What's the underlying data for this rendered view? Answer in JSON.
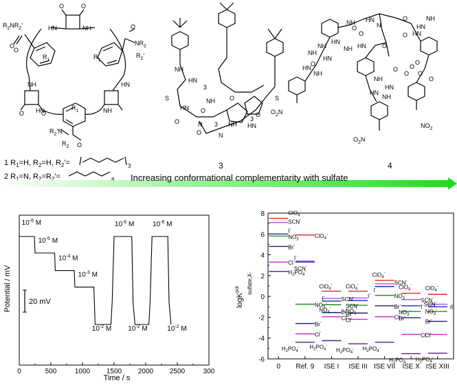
{
  "top": {
    "compound_labels": [
      "3",
      "4"
    ],
    "legend_line1_parts": [
      "1 R",
      "1",
      "=H, R",
      "2",
      "=H, R",
      "2",
      "'="
    ],
    "legend_line2_parts": [
      "2 R",
      "1",
      "=N, R",
      "2",
      "=R",
      "2",
      "'="
    ],
    "legend_line1_sub_after": "3",
    "legend_line2_sub_after": "8",
    "banner_text": "Increasing conformational complementarity with sulfate",
    "structure_atoms": {
      "c1_left_amine": [
        "R",
        "2",
        "N",
        "R",
        "2",
        "'"
      ],
      "c1_right_amine": [
        "N",
        "R",
        "2"
      ],
      "c1_right_amine2": [
        "R",
        "2",
        "'"
      ],
      "c1_bottom_amine": [
        "R",
        "2",
        "'",
        "N",
        "R",
        "2"
      ],
      "c1_nh_labels": [
        "HN",
        "NH",
        "NH",
        "HN",
        "HN",
        "NH"
      ],
      "c1_r1": [
        "R",
        "1"
      ],
      "c1_o": [
        "O",
        "O",
        "O",
        "O",
        "O",
        "O",
        "O",
        "O"
      ],
      "c3_labels": [
        "NH",
        "HN",
        "S",
        "HN",
        "NH",
        "S",
        "O",
        "N",
        "O",
        "N",
        "NH",
        "3",
        "3",
        "3",
        "O",
        "O",
        "O",
        "HN"
      ],
      "c4_labels": [
        "NH",
        "HN",
        "O",
        "N",
        "O",
        "HN",
        "HN",
        "NH",
        "O",
        "O",
        "NH",
        "HN",
        "NH",
        "HN",
        "O",
        "O",
        "NH",
        "HN",
        "HN",
        "NH",
        "O",
        "O",
        "O",
        "O",
        "NH",
        "HN",
        "HN",
        "NH",
        "O",
        "O"
      ],
      "no2": [
        "O",
        "2",
        "N",
        "NO",
        "2",
        "O",
        "2",
        "N",
        "NO",
        "2"
      ]
    }
  },
  "chart_data": [
    {
      "type": "line",
      "xlabel": "Time / s",
      "ylabel": "Potential / mV",
      "x_ticks": [
        "0",
        "500",
        "1000",
        "1500",
        "2000",
        "2500",
        "300"
      ],
      "xlim": [
        0,
        3000
      ],
      "scale_bar_label": "20 mV",
      "scale_bar_mV": 20,
      "series": [
        {
          "x": [
            0,
            240,
            250,
            560,
            570,
            870,
            880,
            1180,
            1200,
            1450,
            1470,
            1500,
            1780,
            1800,
            1830,
            2050,
            2070,
            2100,
            2350,
            2370,
            2400
          ],
          "y": [
            0,
            0,
            -15,
            -15,
            -31,
            -31,
            -46,
            -46,
            -80,
            -80,
            -60,
            0,
            0,
            -60,
            -80,
            -80,
            -60,
            0,
            0,
            -60,
            -80
          ]
        }
      ],
      "annotations": [
        {
          "text": "10",
          "sup": "-6",
          "unit": " M",
          "x": 40,
          "y": 8
        },
        {
          "text": "10",
          "sup": "-5",
          "unit": " M",
          "x": 300,
          "y": -8
        },
        {
          "text": "10",
          "sup": "-4",
          "unit": " M",
          "x": 620,
          "y": -24
        },
        {
          "text": "10",
          "sup": "-3",
          "unit": " M",
          "x": 930,
          "y": -39
        },
        {
          "text": "10",
          "sup": "-2",
          "unit": " M",
          "x": 1150,
          "y": -88
        },
        {
          "text": "10",
          "sup": "-6",
          "unit": " M",
          "x": 1510,
          "y": 7
        },
        {
          "text": "10",
          "sup": "-2",
          "unit": " M",
          "x": 1720,
          "y": -88
        },
        {
          "text": "10",
          "sup": "-6",
          "unit": " M",
          "x": 2110,
          "y": 7
        },
        {
          "text": "10",
          "sup": "-2",
          "unit": " M",
          "x": 2340,
          "y": -88
        }
      ]
    },
    {
      "type": "scatter",
      "ylabel_main": "logK",
      "ylabel_sup": "pot",
      "ylabel_sub": "sulfate,X-",
      "ylim": [
        -6,
        8
      ],
      "y_ticks": [
        "-6",
        "-4",
        "-2",
        "0",
        "2",
        "4",
        "6",
        "8"
      ],
      "categories": [
        "0",
        "Ref. 9",
        "ISE I",
        "ISE III",
        "ISE VII",
        "ISE X",
        "ISE XIII"
      ],
      "colors": {
        "ClO4": "#e8242a",
        "SCN": "#a05cc8",
        "I": "#2222bb",
        "NO3": "#228b22",
        "Br": "#1a1a6e",
        "Cl": "#cc22cc",
        "H2PO4": "#5a1a8a"
      },
      "series": [
        {
          "name": "ClO4",
          "values": [
            7.5,
            5.9,
            0.5,
            0.5,
            1.55,
            0.3,
            0.2
          ]
        },
        {
          "name": "SCN",
          "values": [
            7.1,
            3.4,
            -0.2,
            -0.15,
            1.2,
            -0.3,
            -0.75
          ]
        },
        {
          "name": "I",
          "values": [
            6.0,
            3.3,
            -0.45,
            -0.4,
            0.95,
            -0.9,
            -1.0
          ]
        },
        {
          "name": "NO3",
          "values": [
            5.8,
            -0.75,
            -0.8,
            -0.85,
            0.1,
            -1.45,
            -1.45
          ]
        },
        {
          "name": "Br",
          "values": [
            4.8,
            -2.6,
            -1.55,
            -1.6,
            -0.9,
            -2.05,
            -2.4
          ]
        },
        {
          "name": "Cl",
          "values": [
            3.3,
            -3.6,
            -1.95,
            -2.2,
            -1.95,
            -3.65,
            -3.65
          ]
        },
        {
          "name": "H2PO4",
          "values": [
            2.4,
            -4.4,
            -4.25,
            -4.55,
            -4.4,
            -5.5,
            -5.45
          ]
        }
      ],
      "point_labels": [
        {
          "cat": 0,
          "y": 7.5,
          "parts": [
            "ClO",
            "4",
            "-"
          ],
          "dx": 4,
          "dy": -5
        },
        {
          "cat": 0,
          "y": 7.1,
          "parts": [
            "SCN",
            "",
            "-"
          ],
          "dx": 4,
          "dy": 2
        },
        {
          "cat": 0,
          "y": 6.0,
          "parts": [
            "I",
            "",
            "-"
          ],
          "dx": 4,
          "dy": -2
        },
        {
          "cat": 0,
          "y": 5.8,
          "parts": [
            "NO",
            "3",
            "-"
          ],
          "dx": 4,
          "dy": 4
        },
        {
          "cat": 0,
          "y": 4.8,
          "parts": [
            "Br",
            "",
            "-"
          ],
          "dx": 4,
          "dy": 4
        },
        {
          "cat": 0,
          "y": 3.3,
          "parts": [
            "Cl",
            "",
            "-"
          ],
          "dx": 4,
          "dy": 4
        },
        {
          "cat": 0,
          "y": 2.4,
          "parts": [
            "H",
            "2",
            "PO"
          ],
          "sub2": "4",
          "dx": 4,
          "dy": 4
        },
        {
          "cat": 1,
          "y": 5.9,
          "parts": [
            "ClO",
            "4",
            "-"
          ],
          "dx": 4,
          "dy": 4
        },
        {
          "cat": 1,
          "y": 3.3,
          "parts": [
            "I",
            "",
            "-"
          ],
          "dx": -12,
          "dy": -3
        },
        {
          "cat": 1,
          "y": 3.0,
          "parts": [
            "SCN",
            "",
            "-"
          ],
          "dx": -12,
          "dy": 8
        },
        {
          "cat": 1,
          "y": -0.75,
          "parts": [
            "NO",
            "3",
            "-"
          ],
          "dx": 4,
          "dy": 4
        },
        {
          "cat": 1,
          "y": -2.6,
          "parts": [
            "Br",
            "",
            "-"
          ],
          "dx": 4,
          "dy": 4
        },
        {
          "cat": 1,
          "y": -3.6,
          "parts": [
            "Cl",
            "",
            "-"
          ],
          "dx": 4,
          "dy": 4
        },
        {
          "cat": 1,
          "y": -4.4,
          "parts": [
            "H",
            "2",
            "PO"
          ],
          "sub2": "4",
          "dx": -30,
          "dy": 12
        },
        {
          "cat": 2,
          "y": 0.5,
          "parts": [
            "ClO",
            "4",
            "-"
          ],
          "dx": -14,
          "dy": -4
        },
        {
          "cat": 2,
          "y": -0.2,
          "parts": [
            "SCN",
            "",
            "-"
          ],
          "dx": 4,
          "dy": 4
        },
        {
          "cat": 2,
          "y": -0.45,
          "parts": [
            "I",
            "",
            "-"
          ],
          "dx": -10,
          "dy": -1
        },
        {
          "cat": 2,
          "y": -0.8,
          "parts": [
            "NO",
            "3",
            "-"
          ],
          "dx": -14,
          "dy": 10
        },
        {
          "cat": 2,
          "y": -1.55,
          "parts": [
            "Br",
            "",
            "-"
          ],
          "dx": 4,
          "dy": 2
        },
        {
          "cat": 2,
          "y": -1.95,
          "parts": [
            "Cl",
            "",
            "-"
          ],
          "dx": 4,
          "dy": 5
        },
        {
          "cat": 2,
          "y": -4.25,
          "parts": [
            "H",
            "2",
            "PO"
          ],
          "sub2": "4",
          "dx": -28,
          "dy": 12
        },
        {
          "cat": 3,
          "y": 0.5,
          "parts": [
            "ClO",
            "4",
            "-"
          ],
          "dx": -14,
          "dy": -4
        },
        {
          "cat": 3,
          "y": -0.15,
          "parts": [
            "I",
            "",
            "-"
          ],
          "dx": 4,
          "dy": 0
        },
        {
          "cat": 3,
          "y": -0.85,
          "parts": [
            "SCN",
            "",
            "-"
          ],
          "dx": -14,
          "dy": 4
        },
        {
          "cat": 3,
          "y": -1.3,
          "parts": [
            "NO",
            "3",
            "-"
          ],
          "dx": -14,
          "dy": 4
        },
        {
          "cat": 3,
          "y": -1.6,
          "parts": [
            "Br",
            "",
            "-"
          ],
          "dx": -14,
          "dy": 5
        },
        {
          "cat": 3,
          "y": -2.2,
          "parts": [
            "Cl",
            "",
            "-"
          ],
          "dx": -14,
          "dy": 4
        },
        {
          "cat": 3,
          "y": -4.55,
          "parts": [
            "H",
            "2",
            "PO"
          ],
          "sub2": "4",
          "dx": -28,
          "dy": 12
        },
        {
          "cat": 4,
          "y": 1.55,
          "parts": [
            "ClO",
            "4",
            "-"
          ],
          "dx": -14,
          "dy": -5
        },
        {
          "cat": 4,
          "y": 1.2,
          "parts": [
            "SCN",
            "",
            "-"
          ],
          "dx": 4,
          "dy": 1
        },
        {
          "cat": 4,
          "y": 0.95,
          "parts": [
            "I",
            "",
            "-"
          ],
          "dx": -12,
          "dy": 8
        },
        {
          "cat": 4,
          "y": 0.1,
          "parts": [
            "NO",
            "3",
            "-"
          ],
          "dx": 4,
          "dy": 4
        },
        {
          "cat": 4,
          "y": -0.9,
          "parts": [
            "Br",
            "",
            "-"
          ],
          "dx": 4,
          "dy": 4
        },
        {
          "cat": 4,
          "y": -1.95,
          "parts": [
            "Cl",
            "",
            "-"
          ],
          "dx": 4,
          "dy": 4
        },
        {
          "cat": 4,
          "y": -4.4,
          "parts": [
            "H",
            "2",
            "PO"
          ],
          "sub2": "4",
          "dx": -28,
          "dy": 12
        },
        {
          "cat": 5,
          "y": 0.3,
          "parts": [
            "ClO",
            "4",
            "-"
          ],
          "dx": -14,
          "dy": -6
        },
        {
          "cat": 5,
          "y": -0.3,
          "parts": [
            "SCN",
            "",
            "-"
          ],
          "dx": 4,
          "dy": 4
        },
        {
          "cat": 5,
          "y": -0.9,
          "parts": [
            "I",
            "",
            "-"
          ],
          "dx": 4,
          "dy": 4
        },
        {
          "cat": 5,
          "y": -1.45,
          "parts": [
            "NO",
            "3",
            "-"
          ],
          "dx": -14,
          "dy": 4
        },
        {
          "cat": 5,
          "y": -2.05,
          "parts": [
            "Br",
            "",
            "-"
          ],
          "dx": -14,
          "dy": 4
        },
        {
          "cat": 5,
          "y": -3.65,
          "parts": [
            "Cl",
            "",
            "-"
          ],
          "dx": 4,
          "dy": 4
        },
        {
          "cat": 5,
          "y": -5.5,
          "parts": [
            "H",
            "2",
            "PO"
          ],
          "sub2": "4",
          "dx": -28,
          "dy": 12
        },
        {
          "cat": 6,
          "y": 0.2,
          "parts": [
            "ClO",
            "4",
            "-"
          ],
          "dx": -14,
          "dy": -6
        },
        {
          "cat": 6,
          "y": -0.75,
          "parts": [
            "SCN",
            "",
            "-"
          ],
          "dx": -16,
          "dy": 3
        },
        {
          "cat": 6,
          "y": -1.0,
          "parts": [
            "/I",
            "",
            "-"
          ],
          "dx": 8,
          "dy": 3
        },
        {
          "cat": 6,
          "y": -1.45,
          "parts": [
            "NO",
            "3",
            "-"
          ],
          "dx": -14,
          "dy": 3
        },
        {
          "cat": 6,
          "y": -2.4,
          "parts": [
            "Br",
            "",
            "-"
          ],
          "dx": -14,
          "dy": 3
        },
        {
          "cat": 6,
          "y": -3.65,
          "parts": [
            "Cl",
            "",
            "-"
          ],
          "dx": -14,
          "dy": 4
        },
        {
          "cat": 6,
          "y": -5.45,
          "parts": [
            "H",
            "2",
            "PO"
          ],
          "sub2": "4",
          "dx": -28,
          "dy": 12
        }
      ]
    }
  ]
}
